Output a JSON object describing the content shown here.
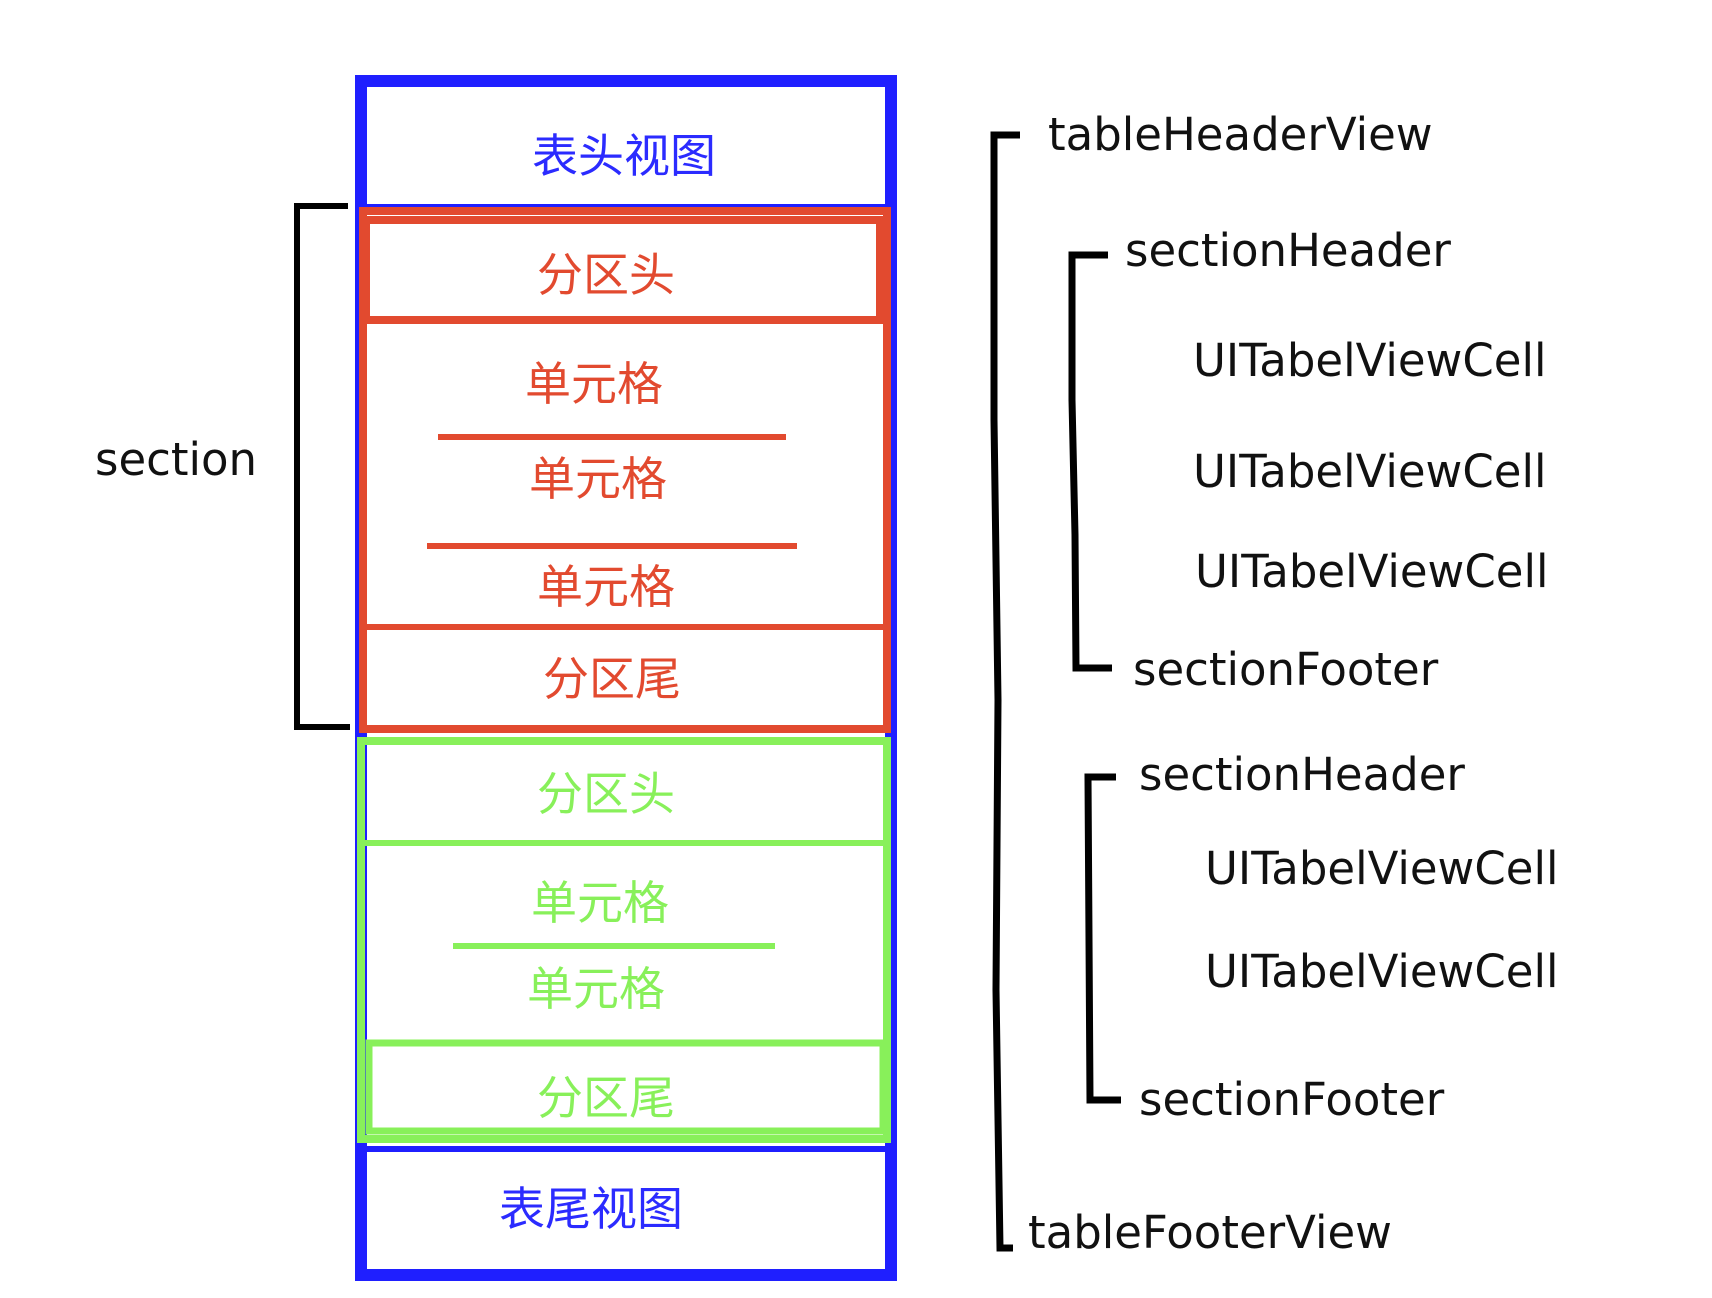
{
  "colors": {
    "table_border": "#1f1fff",
    "section1": "#e24a2f",
    "section2": "#88f05a",
    "bracket": "#000000",
    "label_text": "#111111",
    "blue_text": "#2b2bff"
  },
  "left": {
    "table_header_label": "表头视图",
    "table_footer_label": "表尾视图",
    "section1": {
      "header_label": "分区头",
      "cells": [
        "单元格",
        "单元格",
        "单元格"
      ],
      "footer_label": "分区尾"
    },
    "section2": {
      "header_label": "分区头",
      "cells": [
        "单元格",
        "单元格"
      ],
      "footer_label": "分区尾"
    },
    "section_bracket_label": "section"
  },
  "right": {
    "table_header_view": "tableHeaderView",
    "group1": {
      "section_header": "sectionHeader",
      "cells": [
        "UITabelViewCell",
        "UITabelViewCell",
        "UITabelViewCell"
      ],
      "section_footer": "sectionFooter"
    },
    "group2": {
      "section_header": "sectionHeader",
      "cells": [
        "UITabelViewCell",
        "UITabelViewCell"
      ],
      "section_footer": "sectionFooter"
    },
    "table_footer_view": "tableFooterView"
  }
}
